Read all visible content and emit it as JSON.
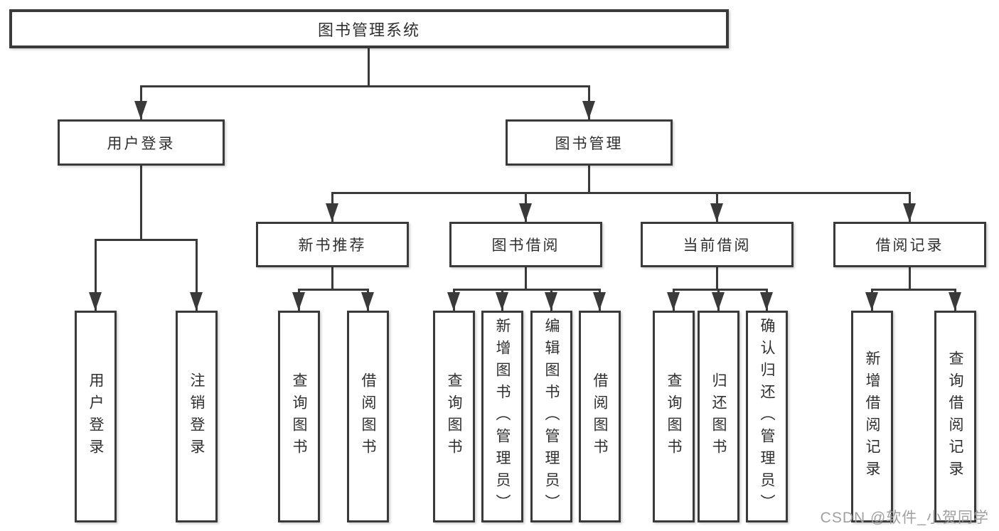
{
  "diagram": {
    "type": "hierarchy-tree",
    "title": "图书管理系统",
    "root": {
      "label": "图书管理系统"
    },
    "level2": [
      {
        "label": "用户登录"
      },
      {
        "label": "图书管理"
      }
    ],
    "level3": [
      {
        "label": "新书推荐",
        "parent": "图书管理"
      },
      {
        "label": "图书借阅",
        "parent": "图书管理"
      },
      {
        "label": "当前借阅",
        "parent": "图书管理"
      },
      {
        "label": "借阅记录",
        "parent": "图书管理"
      }
    ],
    "leaves": [
      {
        "label": "用户登录",
        "parent": "用户登录"
      },
      {
        "label": "注销登录",
        "parent": "用户登录"
      },
      {
        "label": "查询图书",
        "parent": "新书推荐"
      },
      {
        "label": "借阅图书",
        "parent": "新书推荐"
      },
      {
        "label": "查询图书",
        "parent": "图书借阅"
      },
      {
        "label": "新增图书（管理员）",
        "parent": "图书借阅"
      },
      {
        "label": "编辑图书（管理员）",
        "parent": "图书借阅"
      },
      {
        "label": "借阅图书",
        "parent": "图书借阅"
      },
      {
        "label": "查询图书",
        "parent": "当前借阅"
      },
      {
        "label": "归还图书",
        "parent": "当前借阅"
      },
      {
        "label": "确认归还（管理员）",
        "parent": "当前借阅"
      },
      {
        "label": "新增借阅记录",
        "parent": "借阅记录"
      },
      {
        "label": "查询借阅记录",
        "parent": "借阅记录"
      }
    ]
  },
  "watermark": "CSDN @软件_小贺同学",
  "colors": {
    "line": "#3a3a3a",
    "box_border": "#3a3a3a",
    "text": "#2f2f2f",
    "watermark_text": "#a0a0a0",
    "background": "#ffffff"
  }
}
